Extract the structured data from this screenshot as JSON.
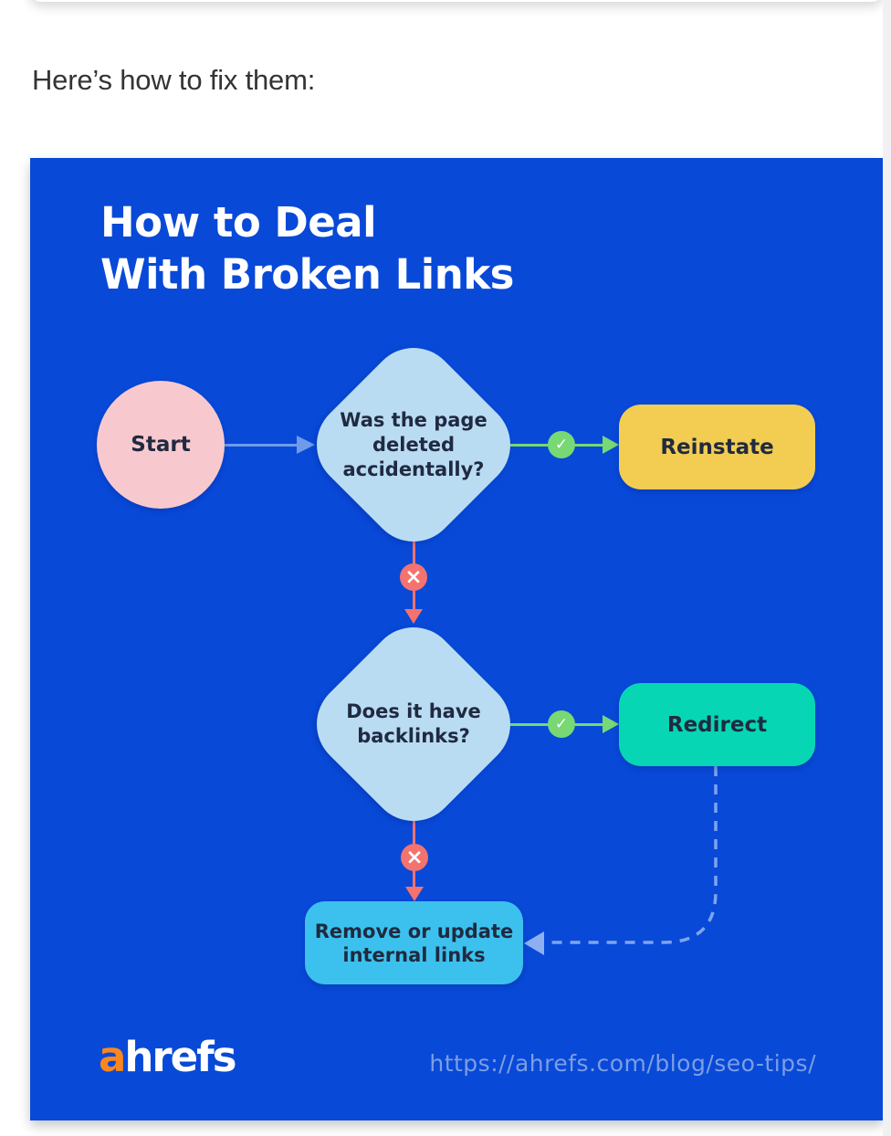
{
  "page": {
    "heading": "Here’s how to fix them:"
  },
  "infographic": {
    "title": {
      "line1": "How to Deal",
      "line2": "With Broken Links"
    },
    "nodes": {
      "start": {
        "label": "Start"
      },
      "question1": {
        "line1": "Was the page",
        "line2": "deleted",
        "line3": "accidentally?"
      },
      "question2": {
        "line1": "Does it have",
        "line2": "backlinks?"
      },
      "reinstate": {
        "label": "Reinstate"
      },
      "redirect": {
        "label": "Redirect"
      },
      "remove": {
        "line1": "Remove or update",
        "line2": "internal links"
      }
    },
    "icons": {
      "yes_glyph": "✓",
      "no_glyph": "×"
    },
    "footer": {
      "logo_prefix": "a",
      "logo_suffix": "hrefs",
      "url": "https://ahrefs.com/blog/seo-tips/"
    },
    "colors": {
      "background": "#0849d8",
      "diamond": "#b9dcf3",
      "start_circle": "#f7c9ce",
      "reinstate_box": "#f2cd52",
      "redirect_box": "#06d6b4",
      "remove_box": "#3cc1ee",
      "yes_green": "#77d874",
      "no_red": "#f4736e",
      "connector_blue": "#6e9bea",
      "dashed_blue": "#7ea4ee",
      "logo_orange": "#f9871e",
      "url_text": "#7c9ee4",
      "node_text": "#202a40",
      "heading_text": "#343434"
    }
  }
}
